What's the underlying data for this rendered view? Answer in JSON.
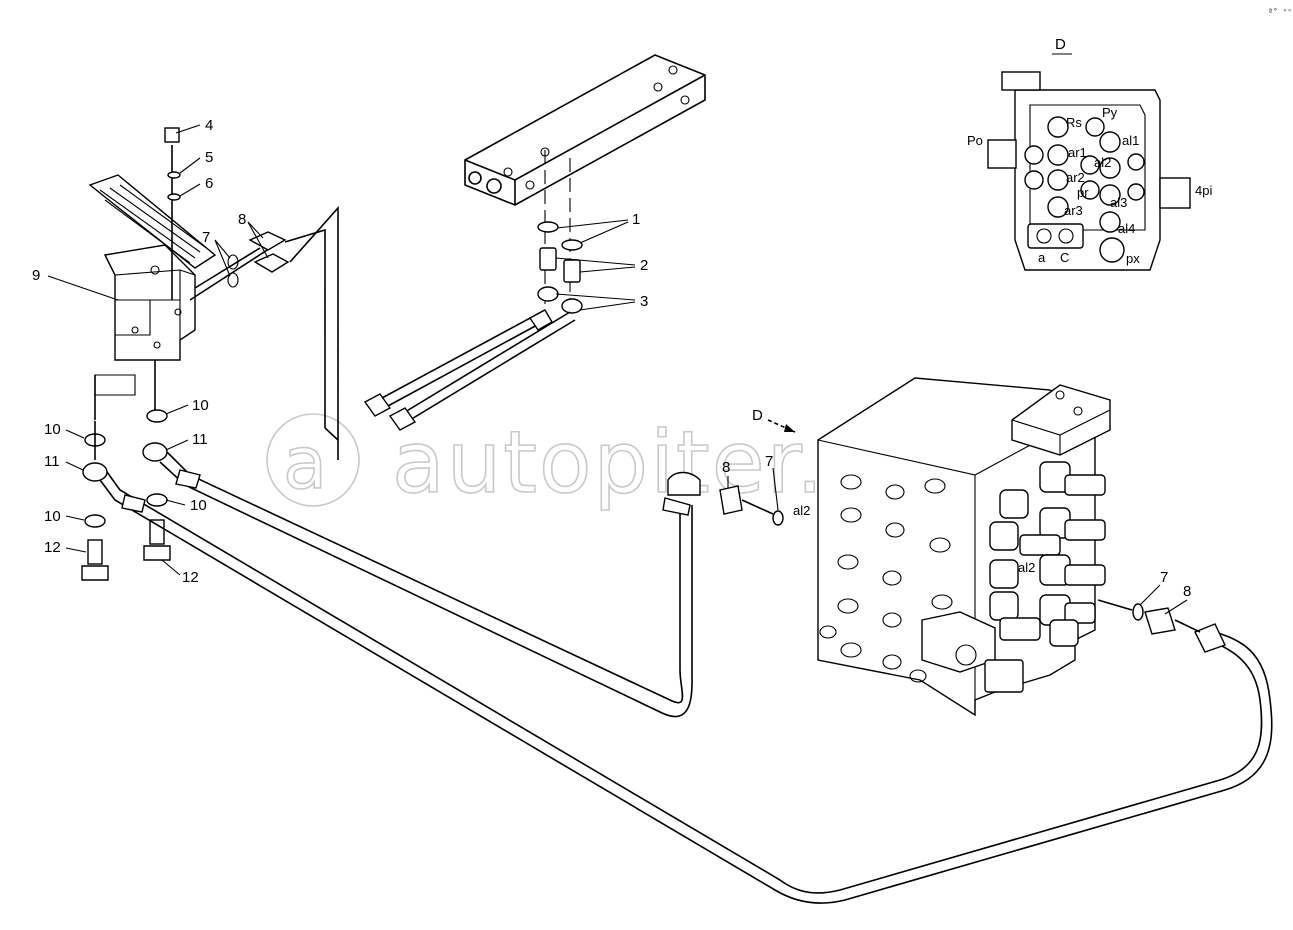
{
  "watermark": {
    "text": "autopiter.ru"
  },
  "corner_code": "ª° ᵒᵒᵒ",
  "view_label": "D",
  "view_arrow_label": "D",
  "callouts": {
    "c1": "1",
    "c2": "2",
    "c3": "3",
    "c4": "4",
    "c5": "5",
    "c6": "6",
    "c7a": "7",
    "c7b": "7",
    "c7c": "7",
    "c8a": "8",
    "c8b": "8",
    "c8c": "8",
    "c9": "9",
    "c10a": "10",
    "c10b": "10",
    "c10c": "10",
    "c10d": "10",
    "c11a": "11",
    "c11b": "11",
    "c12a": "12",
    "c12b": "12"
  },
  "detail_ports": {
    "po": "Po",
    "pi": "4pi",
    "rs": "Rs",
    "py": "Py",
    "ar1": "ar1",
    "ar2": "ar2",
    "ar3": "ar3",
    "al1": "al1",
    "al2": "al2",
    "al3": "al3",
    "al4": "al4",
    "pr": "pr",
    "a": "a",
    "c": "C",
    "px": "px"
  },
  "valve_ports": {
    "al2": "al2",
    "al2b": "al2"
  }
}
